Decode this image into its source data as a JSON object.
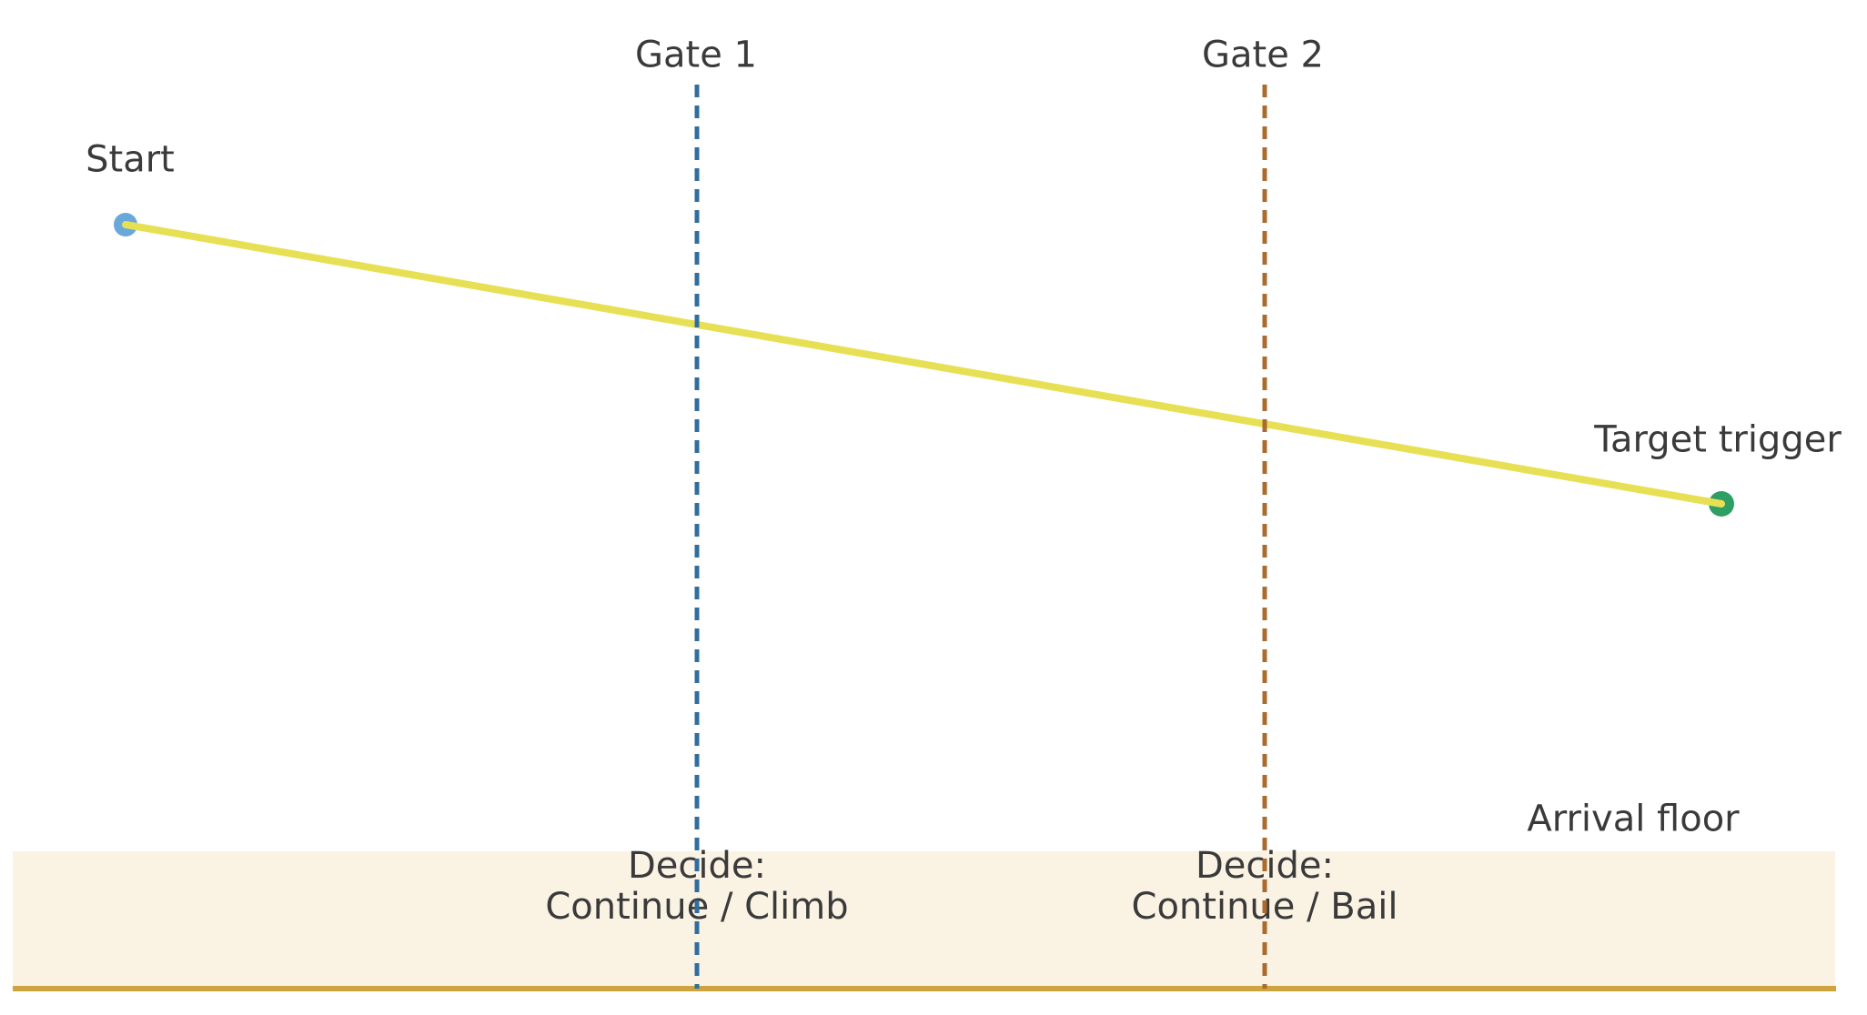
{
  "labels": {
    "start": "Start",
    "gate1": "Gate 1",
    "gate2": "Gate 2",
    "target_trigger": "Target trigger",
    "arrival_floor": "Arrival floor"
  },
  "decisions": {
    "gate1": {
      "line1": "Decide:",
      "line2": "Continue / Climb"
    },
    "gate2": {
      "line1": "Decide:",
      "line2": "Continue / Bail"
    }
  },
  "diagram": {
    "type": "annotated-trajectory",
    "trajectory": {
      "from": "Start",
      "to": "Target trigger",
      "style": "solid descending line"
    },
    "points": [
      {
        "name": "Start",
        "marker": "circle",
        "color": "#6aa7db"
      },
      {
        "name": "Target trigger",
        "marker": "circle",
        "color": "#2f9e64"
      }
    ],
    "gates": [
      {
        "label": "Gate 1",
        "decision": "Continue / Climb",
        "line_style": "dashed",
        "color": "#2f6e9e"
      },
      {
        "label": "Gate 2",
        "decision": "Continue / Bail",
        "line_style": "dashed",
        "color": "#ab6a2e"
      }
    ],
    "floor": {
      "label": "Arrival floor",
      "band_color": "#faf3e4",
      "line_color": "#cda43e"
    }
  },
  "colors": {
    "trajectory_yellow": "#e8e054",
    "start_point_blue": "#6aa7db",
    "target_point_green": "#2f9e64",
    "gate1_dash_blue": "#2f6e9e",
    "gate2_dash_brown": "#ab6a2e",
    "floor_band_cream": "#faf3e4",
    "floor_line_gold": "#cda43e",
    "text_dark": "#3a3a3a",
    "background": "#ffffff"
  }
}
